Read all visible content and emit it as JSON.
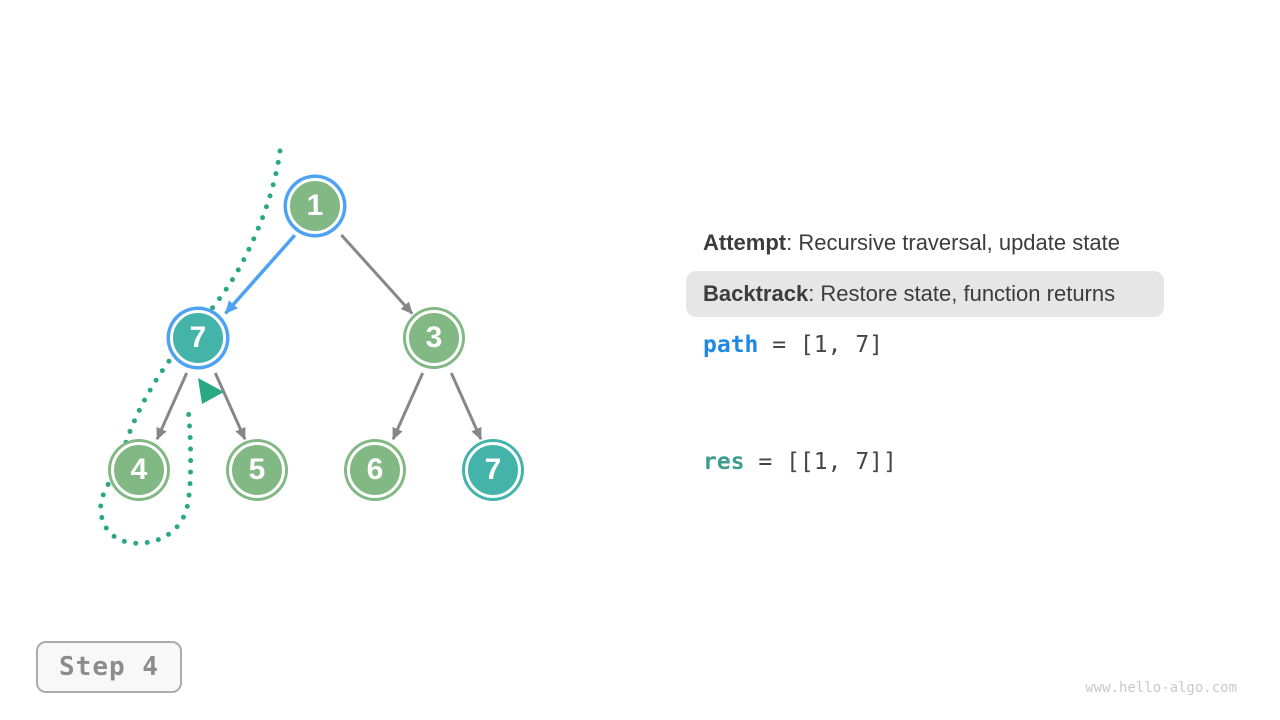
{
  "tree": {
    "nodes": [
      {
        "label": "1",
        "fill": "green",
        "ring": "blue",
        "role": "root"
      },
      {
        "label": "7",
        "fill": "teal",
        "ring": "blue",
        "role": "left-child"
      },
      {
        "label": "3",
        "fill": "green",
        "ring": "green",
        "role": "right-child"
      },
      {
        "label": "4",
        "fill": "green",
        "ring": "green",
        "role": "left-left-leaf"
      },
      {
        "label": "5",
        "fill": "green",
        "ring": "green",
        "role": "left-right-leaf"
      },
      {
        "label": "6",
        "fill": "green",
        "ring": "green",
        "role": "right-left-leaf"
      },
      {
        "label": "7",
        "fill": "teal",
        "ring": "teal",
        "role": "right-right-leaf"
      }
    ],
    "highlighted_edge": "1->7",
    "backtrack_trail": "dotted teal curve looping from above root, around left subtree and node 4, arrowhead pointing back at node 7"
  },
  "legend": {
    "attempt_label": "Attempt",
    "attempt_text": ": Recursive traversal, update state",
    "backtrack_label": "Backtrack",
    "backtrack_text": ": Restore state, function returns"
  },
  "state": {
    "path_var": "path",
    "path_rest": " = [1, 7]",
    "res_var": "res",
    "res_rest": " = [[1, 7]]"
  },
  "step": {
    "label": "Step 4"
  },
  "watermark": {
    "text": "www.hello-algo.com"
  },
  "colors": {
    "node_green": "#82b883",
    "node_teal": "#44b3aa",
    "ring_blue": "#4da2f2",
    "edge_gray": "#878787",
    "edge_blue": "#4da2f2",
    "trail_teal": "#2aa884",
    "highlight_bg": "#e6e6e6",
    "text_dark": "#3c3c3c",
    "code_blue": "#1e88e5",
    "code_teal": "#3d9c8d"
  }
}
